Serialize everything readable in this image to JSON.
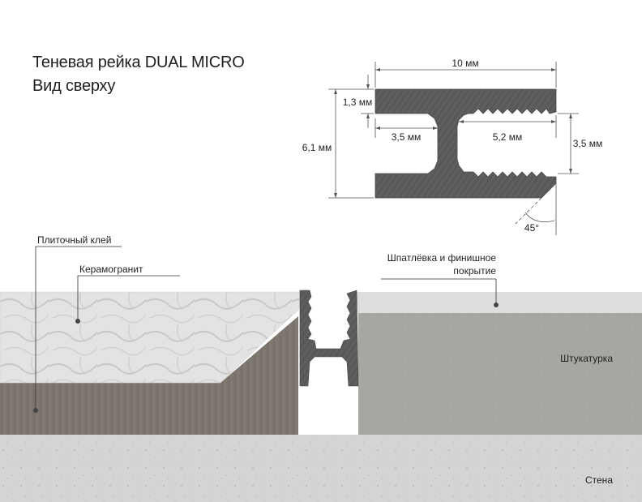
{
  "title": {
    "line1": "Теневая рейка DUAL  MICRO",
    "line2": "Вид сверху"
  },
  "profile_dimensions": {
    "width_total": "10 мм",
    "height_total": "6,1 мм",
    "flange_thickness": "1,3 мм",
    "left_groove": "3,5 мм",
    "right_groove": "5,2 мм",
    "right_depth": "3,5 мм",
    "angle": "45°"
  },
  "cross_section_labels": {
    "tile_adhesive": "Плиточный клей",
    "porcelain_tile": "Керамогранит",
    "putty_finish_line1": "Шпатлёвка и финишное",
    "putty_finish_line2": "покрытие",
    "plaster": "Штукатурка",
    "wall": "Стена"
  },
  "colors": {
    "profile": "#5b5b5b",
    "tile": "#e3e3e3",
    "adhesive": "#7d766f",
    "plaster": "#a6a6a3",
    "putty": "#dededc",
    "wall": "#d4d4d2"
  }
}
